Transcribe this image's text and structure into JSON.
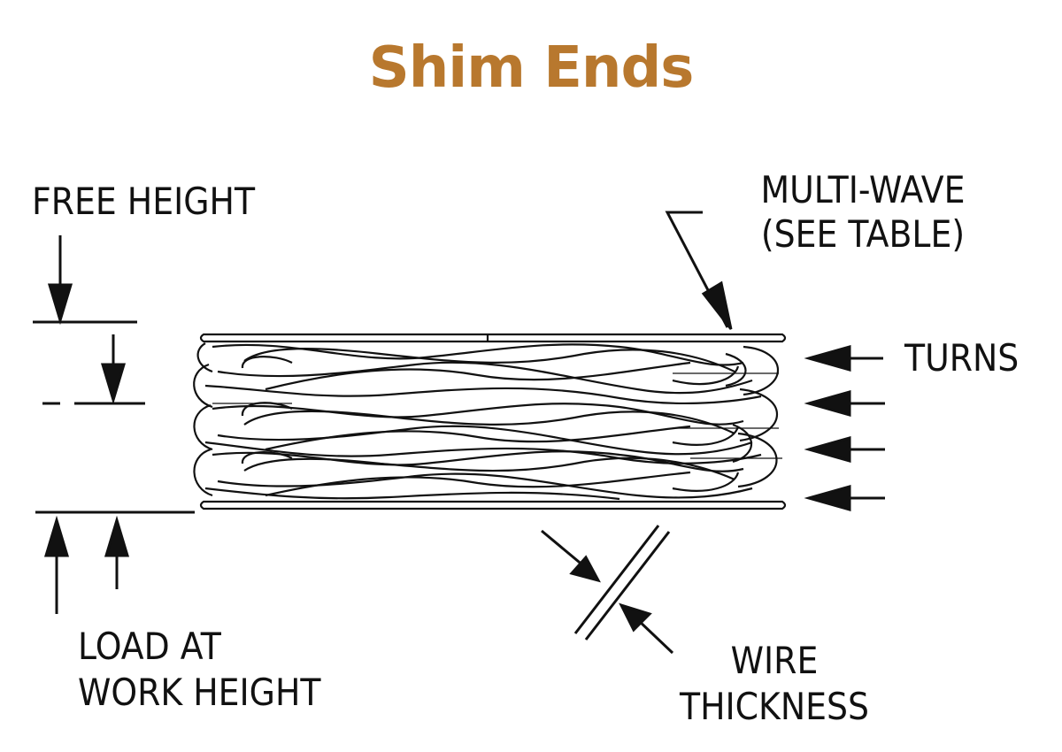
{
  "title": "Shim Ends",
  "labels": {
    "free_height": "FREE HEIGHT",
    "multi_wave_1": "MULTI-WAVE",
    "multi_wave_2": "(SEE TABLE)",
    "turns": "TURNS",
    "load_1": "LOAD AT",
    "load_2": "WORK HEIGHT",
    "wire_1": "WIRE",
    "wire_2": "THICKNESS"
  },
  "colors": {
    "title": "#B8782E",
    "ink": "#111111"
  }
}
